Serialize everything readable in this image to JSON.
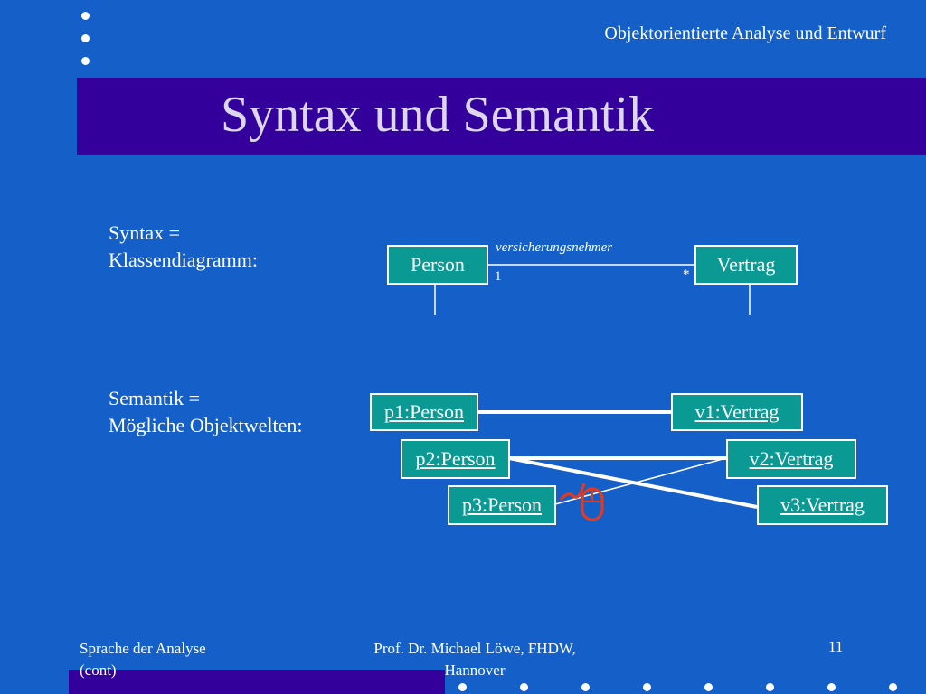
{
  "header": {
    "course": "Objektorientierte Analyse und Entwurf"
  },
  "title": "Syntax und Semantik",
  "syntax_label": {
    "line1": "Syntax =",
    "line2": "Klassendiagramm:"
  },
  "semantik_label": {
    "line1": "Semantik =",
    "line2": "Mögliche Objektwelten:"
  },
  "class_diagram": {
    "person": "Person",
    "vertrag": "Vertrag",
    "association_role": "versicherungsnehmer",
    "mult_person": "1",
    "mult_vertrag": "*"
  },
  "objects": {
    "p1": "p1:Person",
    "p2": "p2:Person",
    "p3": "p3:Person",
    "v1": "v1:Vertrag",
    "v2": "v2:Vertrag",
    "v3": "v3:Vertrag"
  },
  "footer": {
    "left_line1": "Sprache der Analyse",
    "left_line2": "(cont)",
    "center_line1": "Prof. Dr. Michael Löwe, FHDW,",
    "center_line2": "Hannover",
    "page_number": "11"
  },
  "colors": {
    "background": "#1560c8",
    "title_band": "#33009b",
    "title_text": "#dcd7ee",
    "box_fill": "#0b9a93",
    "line": "#ffffff",
    "mouse_cursor": "#e8391a"
  },
  "icons": {
    "cursor": "mouse-cursor-icon"
  }
}
